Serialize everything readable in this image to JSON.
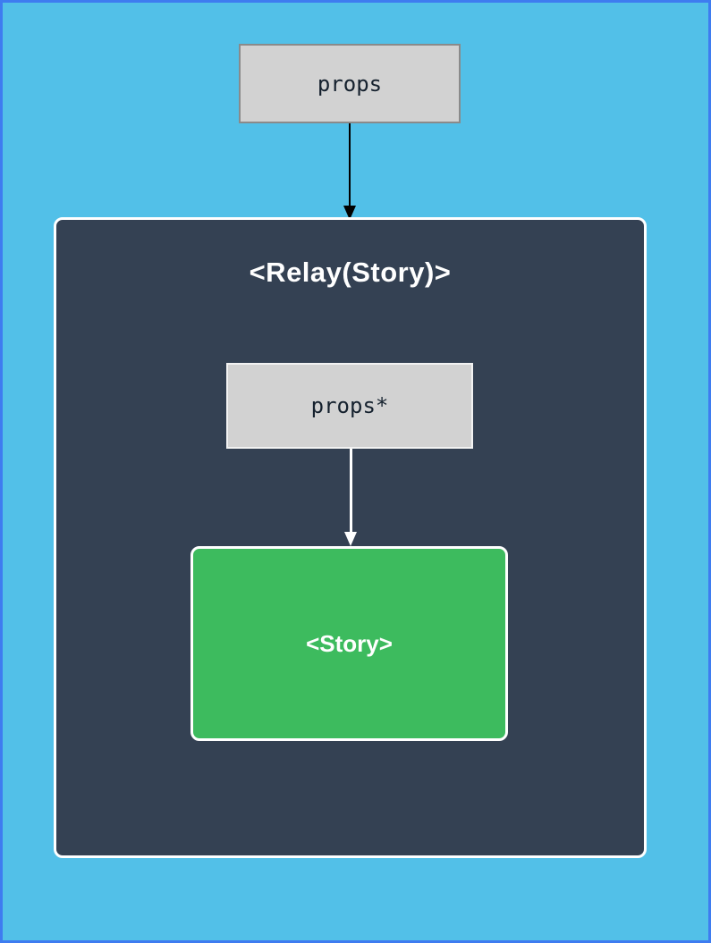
{
  "diagram": {
    "props_node": {
      "label": "props"
    },
    "relay_container": {
      "title": "<Relay(Story)>"
    },
    "props_star_node": {
      "label": "props*"
    },
    "story_node": {
      "label": "<Story>"
    },
    "arrows": [
      {
        "name": "props-to-relay",
        "direction": "down",
        "color": "#000000"
      },
      {
        "name": "props-star-to-story",
        "direction": "down",
        "color": "#FFFFFF"
      }
    ],
    "colors": {
      "page_background": "#52C0E8",
      "page_border": "#3E7CF0",
      "relay_container_fill": "#344153",
      "relay_container_border": "#FFFFFF",
      "story_fill": "#3DBB5E",
      "story_border": "#FFFFFF",
      "props_fill": "#D2D2D2",
      "props_border": "#8A8A8A",
      "props_star_border": "#F2F2F2",
      "title_text": "#FFFFFF",
      "node_text": "#15212E"
    }
  }
}
